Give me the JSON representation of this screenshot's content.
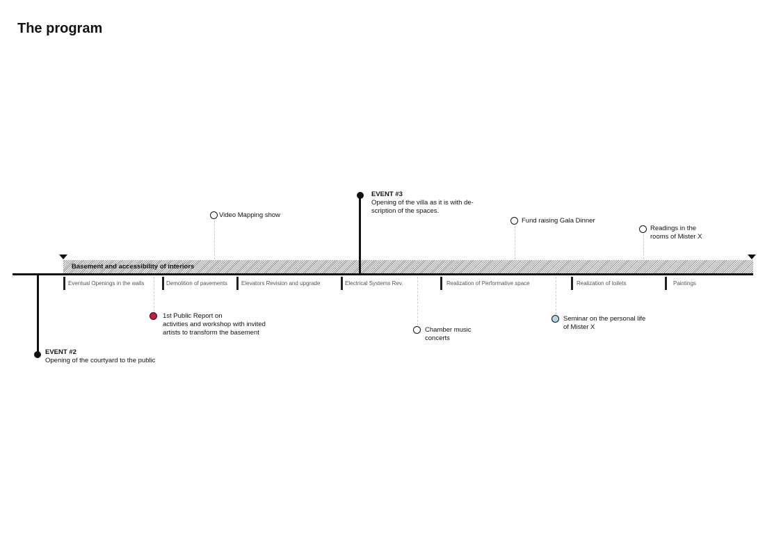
{
  "title": "The program",
  "band_label": "Basement and accessibility of interiors",
  "events": [
    {
      "title": "EVENT #2",
      "desc": "Opening of the courtyard to the public"
    },
    {
      "title": "EVENT #3",
      "desc": "Opening of the villa as it is with de-\nscription of the spaces."
    }
  ],
  "tasks": [
    "Eventual Openings in the walls",
    "Demolition of pavements",
    "Elevators Revision and upgrade",
    "Electrical Systems Rev.",
    "Realization of Performative space",
    "Realization of toilets",
    "Paintings"
  ],
  "activities": [
    {
      "label": "Video Mapping show",
      "fill": "#ffffff"
    },
    {
      "label": "1st Public Report on\nactivities and workshop with invited\nartists to transform the basement",
      "fill": "#d0183f"
    },
    {
      "label": "Chamber music\nconcerts",
      "fill": "#ffffff"
    },
    {
      "label": "Fund raising Gala Dinner",
      "fill": "#ffffff"
    },
    {
      "label": "Seminar on the personal life\nof Mister X",
      "fill": "#b8d6ea"
    },
    {
      "label": "Readings in the\nrooms of Mister X",
      "fill": "#ffffff"
    }
  ]
}
